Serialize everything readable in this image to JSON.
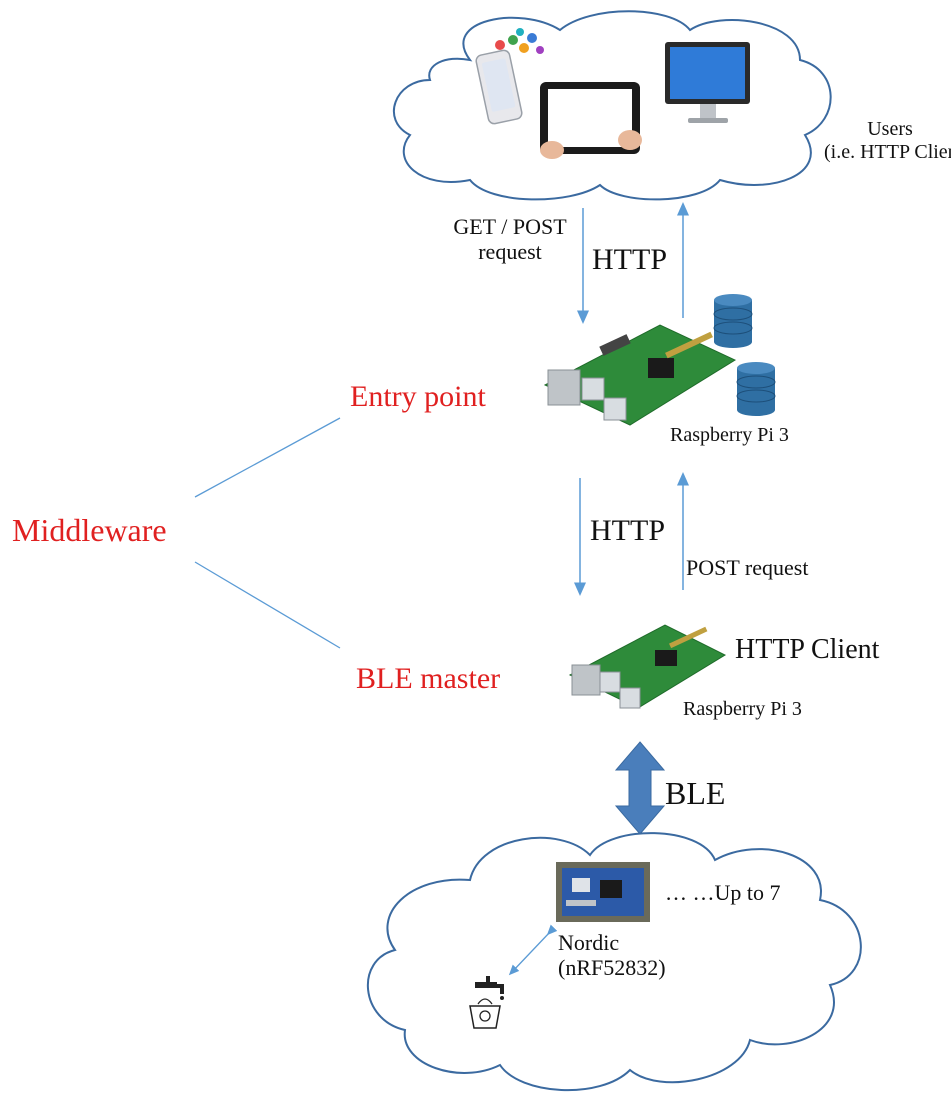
{
  "users_label_1": "Users",
  "users_label_2": "(i.e. HTTP Client)",
  "get_post_1": "GET / POST",
  "get_post_2": "request",
  "http_top": "HTTP",
  "entry_point": "Entry point",
  "rpi_top_label": "Raspberry Pi 3",
  "middleware": "Middleware",
  "http_middle": "HTTP",
  "post_request": "POST request",
  "http_client": "HTTP Client",
  "ble_master": "BLE master",
  "rpi_bottom_label": "Raspberry Pi 3",
  "ble": "BLE",
  "up_to": "… …Up to 7",
  "nordic_1": "Nordic",
  "nordic_2": "(nRF52832)",
  "colors": {
    "arrow": "#5b9bd5",
    "ble_arrow": "#4a7ebb",
    "red_text": "#e02020",
    "board_green": "#2e8b3a",
    "database": "#2f6fa3",
    "cloud_stroke": "#3b6aa0"
  },
  "icons": [
    "smartphone-icon",
    "tablet-icon",
    "monitor-icon",
    "raspberry-pi-icon",
    "database-icon",
    "nordic-board-icon",
    "water-tap-icon"
  ]
}
